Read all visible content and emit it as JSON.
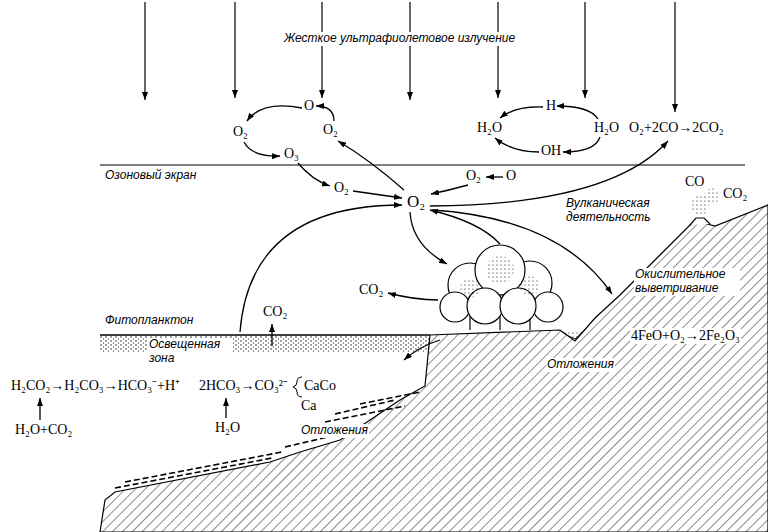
{
  "diagram": {
    "labels": [
      "Жесткое ультрафиолетовое излучение",
      "O",
      "O₂",
      "O₂",
      "O₃",
      "H",
      "H₂O",
      "H₂O",
      "OH",
      "O₂+2CO→2CO₂",
      "Озоновый экран",
      "O₂",
      "O",
      "O₂",
      "O₂",
      "Вулканическая деятельность",
      "CO",
      "CO₂",
      "Фитопланктон",
      "CO₂",
      "CO₂",
      "Окислительное выветривание",
      "4FeO+O₂→2Fe₂O₃",
      "Освещенная зона",
      "H₂CO₂→H₂CO₃→HCO₃⁻+H⁺",
      "2HCO₃→CO₃²⁻",
      "CaCo",
      "Ca",
      "H₂O",
      "H₂O+CO₂",
      "Отложения",
      "Отложения"
    ]
  }
}
